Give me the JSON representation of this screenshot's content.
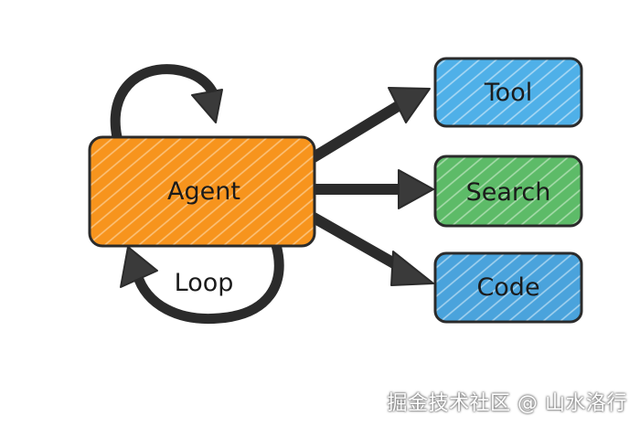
{
  "nodes": {
    "agent": {
      "label": "Agent",
      "color": "#f7941d"
    },
    "tool": {
      "label": "Tool",
      "color": "#5ab4e6"
    },
    "search": {
      "label": "Search",
      "color": "#5fbf6a"
    },
    "code": {
      "label": "Code",
      "color": "#5aa8e0"
    }
  },
  "loop_label": "Loop",
  "watermark": "掘金技术社区 @ 山水洛行",
  "stroke_color": "#2b2b2b"
}
